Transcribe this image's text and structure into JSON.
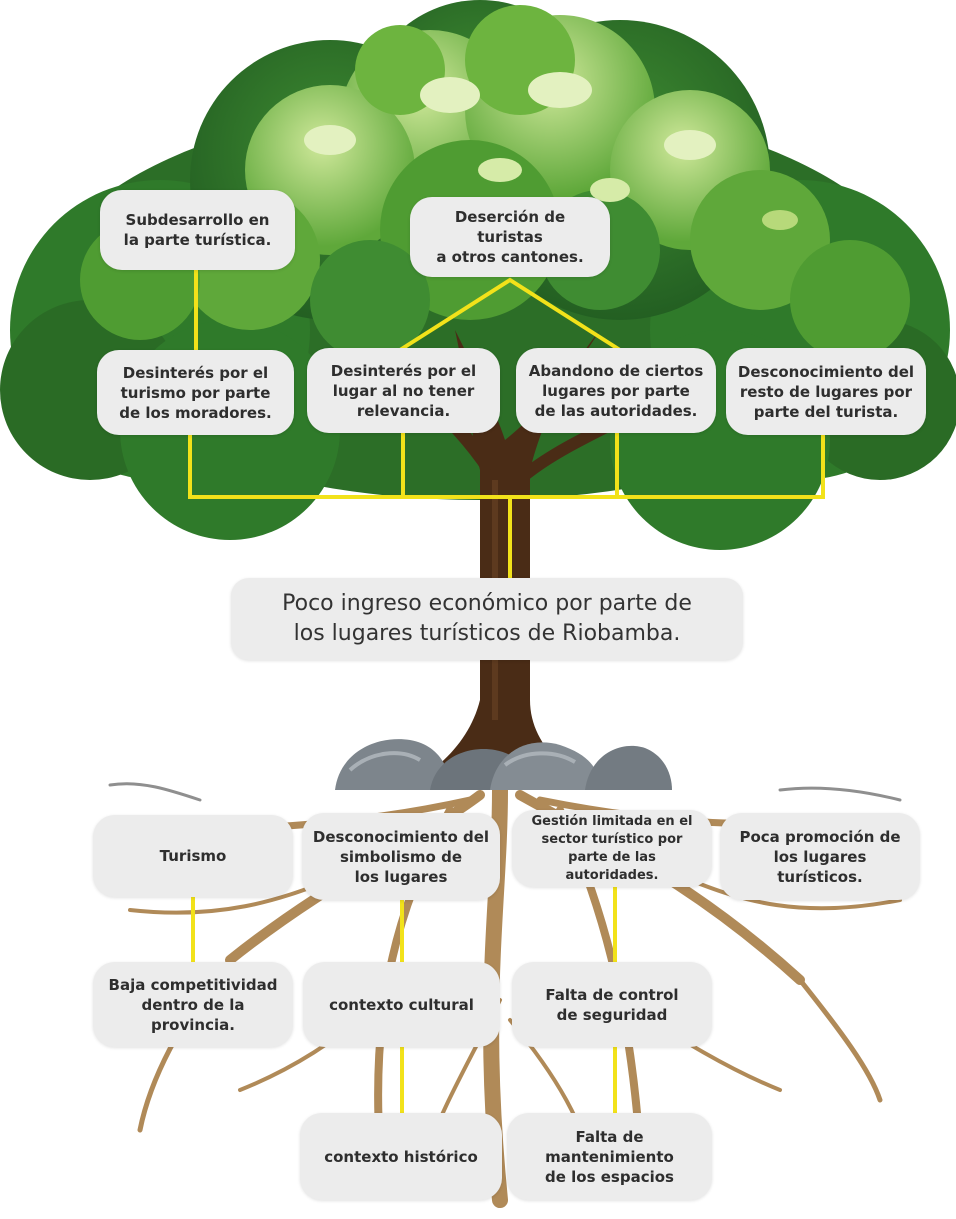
{
  "problem": "Poco ingreso económico por parte de\nlos lugares turísticos de Riobamba.",
  "effects": {
    "subdesarrollo": "Subdesarrollo en\nla parte turística.",
    "desercion": "Deserción de turistas\na otros cantones.",
    "desinteres_moradores": "Desinterés por el\nturismo por parte\nde los moradores.",
    "desinteres_lugar": "Desinterés por el\nlugar al no tener\nrelevancia.",
    "abandono": "Abandono de ciertos\nlugares por parte\nde las autoridades.",
    "desconocimiento_turista": "Desconocimiento del\nresto de lugares por\nparte del turista."
  },
  "causes": {
    "turismo": "Turismo",
    "desconocimiento_simbolismo": "Desconocimiento del\nsimbolismo de\nlos lugares",
    "gestion_limitada": "Gestión limitada en el\nsector turístico por\nparte de las autoridades.",
    "poca_promocion": "Poca promoción de\nlos lugares turísticos.",
    "baja_competitividad": "Baja competitividad\ndentro de la provincia.",
    "contexto_cultural": "contexto cultural",
    "falta_control": "Falta de control\nde seguridad",
    "contexto_historico": "contexto histórico",
    "falta_mantenimiento": "Falta de mantenimiento\nde los espacios"
  },
  "colors": {
    "connector": "#f2e21a",
    "box": "#ececec",
    "foliage_dark": "#2f7a2a",
    "foliage_mid": "#4f9c32",
    "foliage_light": "#8cc24a",
    "trunk": "#4a2c16",
    "roots": "#b08a58",
    "rocks": "#7d858c"
  }
}
